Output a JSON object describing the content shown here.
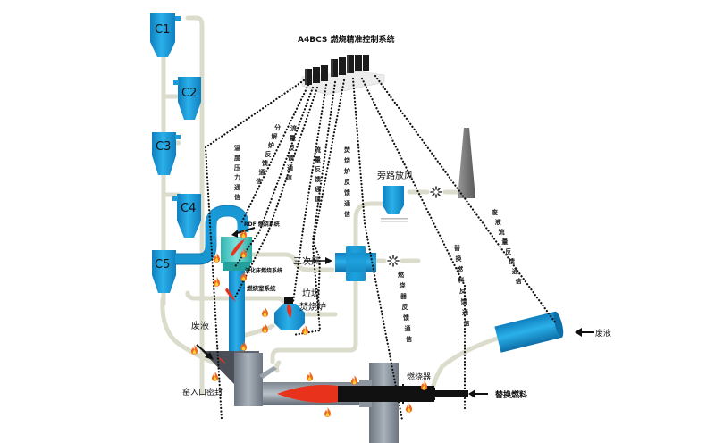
{
  "title": "A4BCS 燃烧精准控制系统",
  "colors": {
    "equipment_blue": "#1a9ad6",
    "pipe": "#ddddd0",
    "kiln_gray": "#8a929c",
    "flame": "#e8321c",
    "signal_line": "#111111"
  },
  "cyclones": [
    {
      "id": "C1"
    },
    {
      "id": "C2"
    },
    {
      "id": "C3"
    },
    {
      "id": "C4"
    },
    {
      "id": "C5"
    }
  ],
  "labels": {
    "rdf_system": "RDF 燃烧系统",
    "tertiary_air": "三次风",
    "bypass_air": "旁路放风",
    "garbage_incinerator_line1": "垃圾",
    "garbage_incinerator_line2": "焚烧炉",
    "fluidized_system": "流化床燃烧系统",
    "burner_system": "燃烧室系统",
    "waste_liquid_left": "废液",
    "waste_liquid_right": "废液",
    "kiln_inlet_seal": "窑入口密封",
    "burner": "燃烧器",
    "alt_fuel": "替换燃料"
  },
  "signal_labels": [
    "温度压力通信",
    "分解炉反馈通信",
    "流量反馈通信",
    "流量反馈通信",
    "焚烧炉反馈通信",
    "燃烧器反馈通信",
    "替换燃料反馈通信",
    "废液流量反馈通信"
  ]
}
